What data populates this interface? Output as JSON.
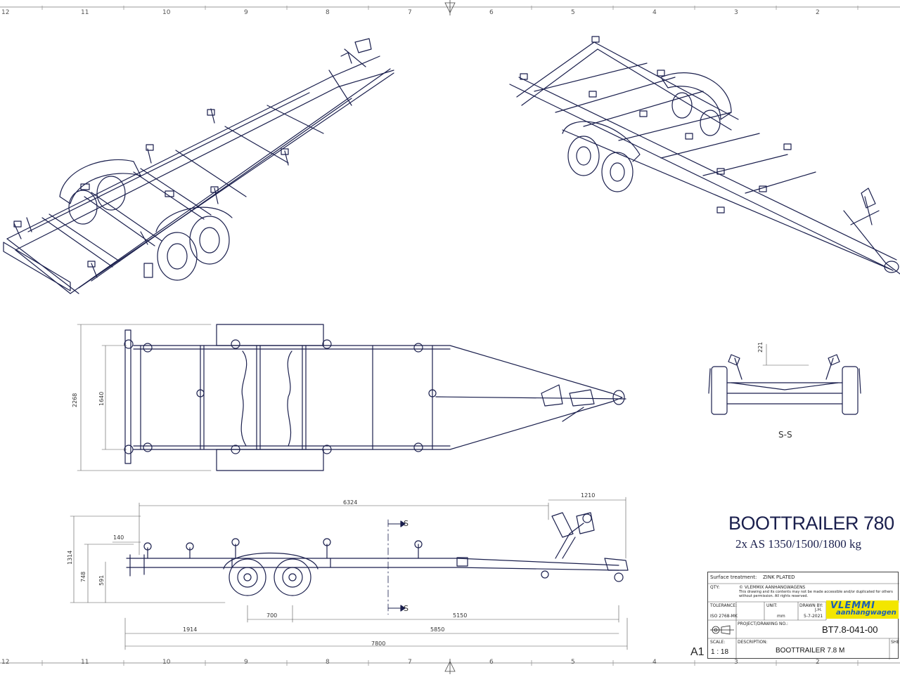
{
  "border": {
    "top_numbers": [
      "12",
      "11",
      "10",
      "9",
      "8",
      "7",
      "6",
      "5",
      "4",
      "3",
      "2"
    ],
    "bottom_numbers": [
      "12",
      "11",
      "10",
      "9",
      "8",
      "7",
      "6",
      "5",
      "4",
      "3",
      "2"
    ]
  },
  "title": {
    "main": "BOOTTRAILER 780",
    "sub": "2x AS 1350/1500/1800 kg"
  },
  "section_view_label": "S-S",
  "section_markers": [
    "S",
    "S"
  ],
  "dimensions": {
    "top_view": {
      "overall_width": "2268",
      "inner_width": "1640"
    },
    "side_view": {
      "drawbar": "1210",
      "frame_length": "6324",
      "height_label": "140",
      "total_height": "1314",
      "frame_height": "748",
      "axle_height": "591",
      "axle_spacing": "700",
      "axle_to_coupling": "5150",
      "rear_to_axle": "1914",
      "rear_to_coupling": "5850",
      "overall_length": "7800"
    },
    "section_view": {
      "roller_height": "221"
    }
  },
  "title_block": {
    "surface_label": "Surface treatment:",
    "surface_value": "ZINK PLATED",
    "qty_label": "QTY:",
    "owner": "© VLEMMIX AANHANGWAGENS",
    "copyright": "This drawing and its contents may not be made accessible and/or duplicated for others without permission. All rights reserved.",
    "tolerance_label": "TOLERANCE:",
    "unit_label": "UNIT:",
    "drawn_by_label": "DRAWN BY:",
    "drawn_by": "J.H.",
    "tolerance_value": "ISO 2768-MK",
    "unit_value": "mm",
    "date": "5-7-2021",
    "project_label": "PROJECT/DRAWING NO.:",
    "drawing_no": "BT7.8-041-00",
    "scale_label": "SCALE:",
    "scale": "1 : 18",
    "description_label": "DESCRIPTION:",
    "description": "BOOTTRAILER 7.8 M",
    "sheet_label": "SHE",
    "sheet_size": "A1",
    "logo_line1": "VLEMMI",
    "logo_line2": "aanhangwagen"
  },
  "colors": {
    "line": "#1a1f4d",
    "logo_bg": "#f3e600",
    "logo_text": "#1b5fb8"
  }
}
